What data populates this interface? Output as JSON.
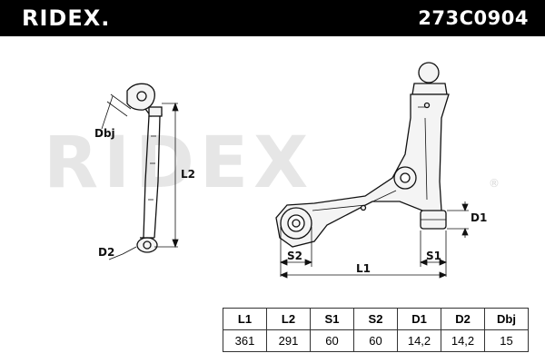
{
  "header": {
    "brand": "RIDEX.",
    "part_number": "273C0904"
  },
  "watermark": {
    "text": "RIDEX",
    "mark": "®"
  },
  "drawing": {
    "labels": {
      "dbj": "Dbj",
      "l2": "L2",
      "d2": "D2",
      "d1": "D1",
      "s2": "S2",
      "s1": "S1",
      "l1": "L1"
    }
  },
  "spec_table": {
    "headers": [
      "L1",
      "L2",
      "S1",
      "S2",
      "D1",
      "D2",
      "Dbj"
    ],
    "values": [
      "361",
      "291",
      "60",
      "60",
      "14,2",
      "14,2",
      "15"
    ]
  },
  "colors": {
    "header_bg": "#000000",
    "header_text": "#ffffff",
    "line": "#111111",
    "watermark": "#e6e6e6"
  }
}
